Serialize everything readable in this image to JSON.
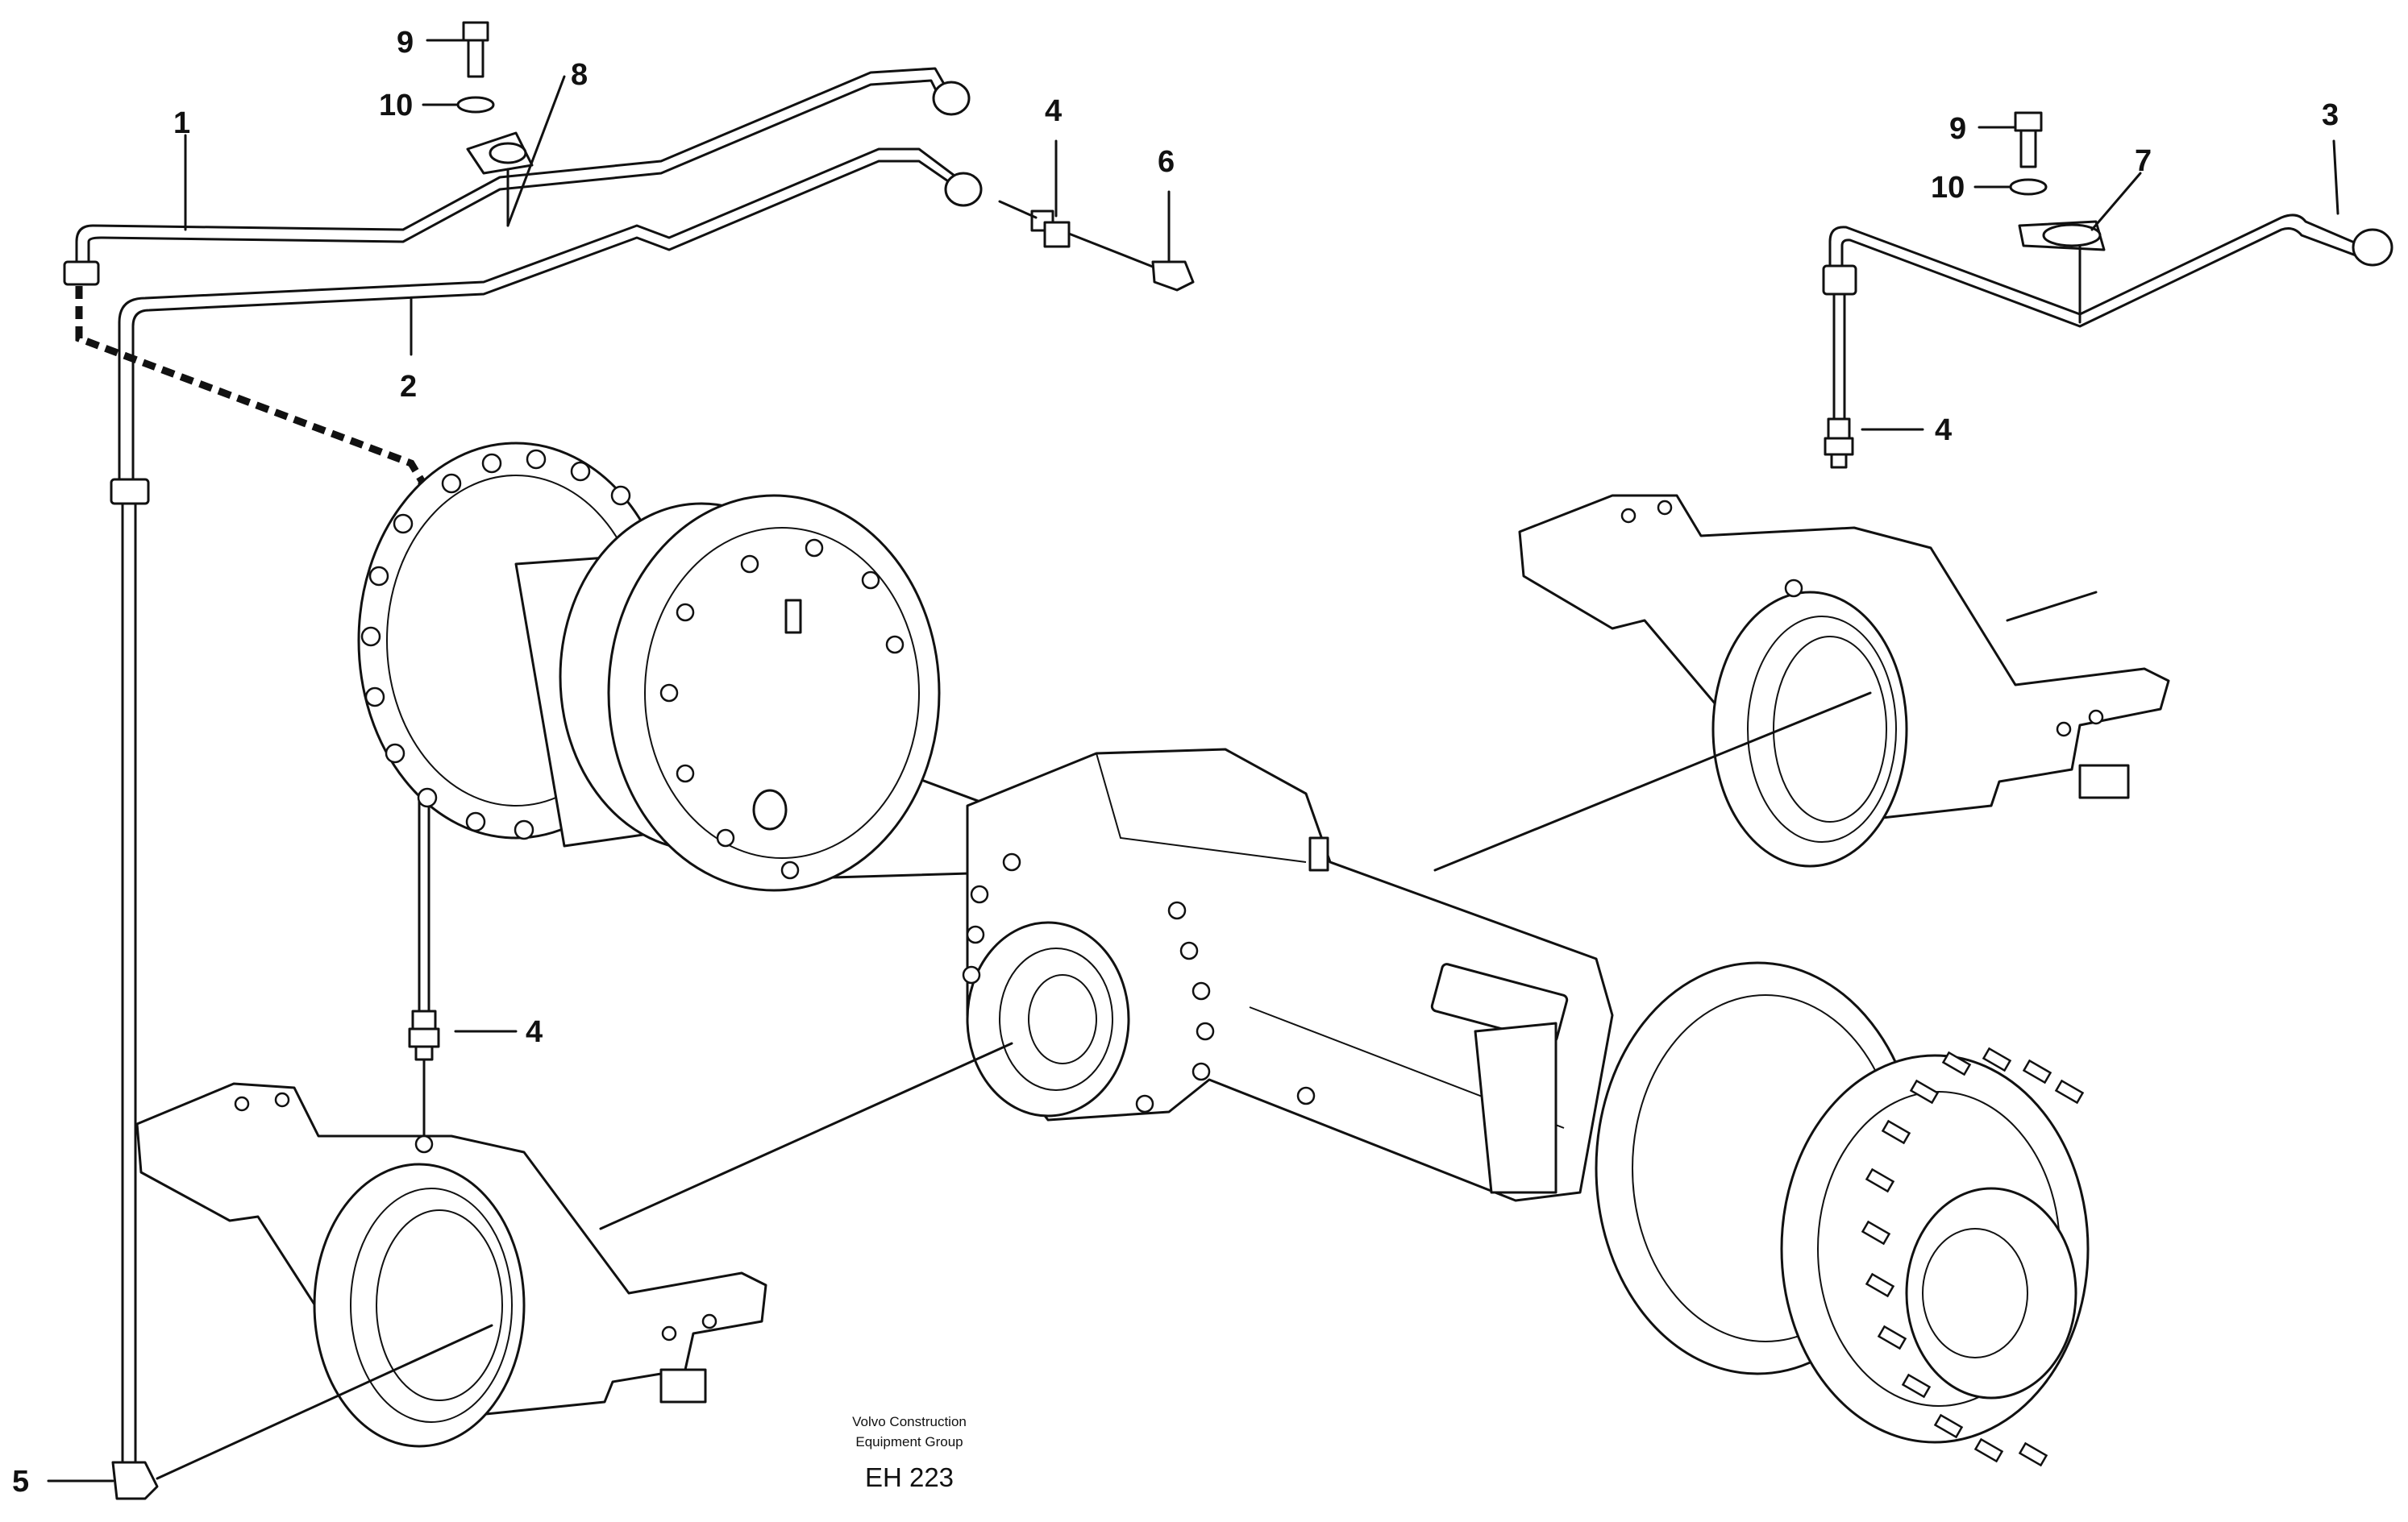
{
  "callouts": [
    {
      "id": "1",
      "label": "1"
    },
    {
      "id": "2",
      "label": "2"
    },
    {
      "id": "3",
      "label": "3"
    },
    {
      "id": "4a",
      "label": "4"
    },
    {
      "id": "4b",
      "label": "4"
    },
    {
      "id": "4c",
      "label": "4"
    },
    {
      "id": "5",
      "label": "5"
    },
    {
      "id": "6",
      "label": "6"
    },
    {
      "id": "7",
      "label": "7"
    },
    {
      "id": "8",
      "label": "8"
    },
    {
      "id": "9a",
      "label": "9"
    },
    {
      "id": "9b",
      "label": "9"
    },
    {
      "id": "10a",
      "label": "10"
    },
    {
      "id": "10b",
      "label": "10"
    }
  ],
  "footer": {
    "line1": "Volvo Construction",
    "line2": "Equipment Group",
    "code": "EH 223"
  }
}
